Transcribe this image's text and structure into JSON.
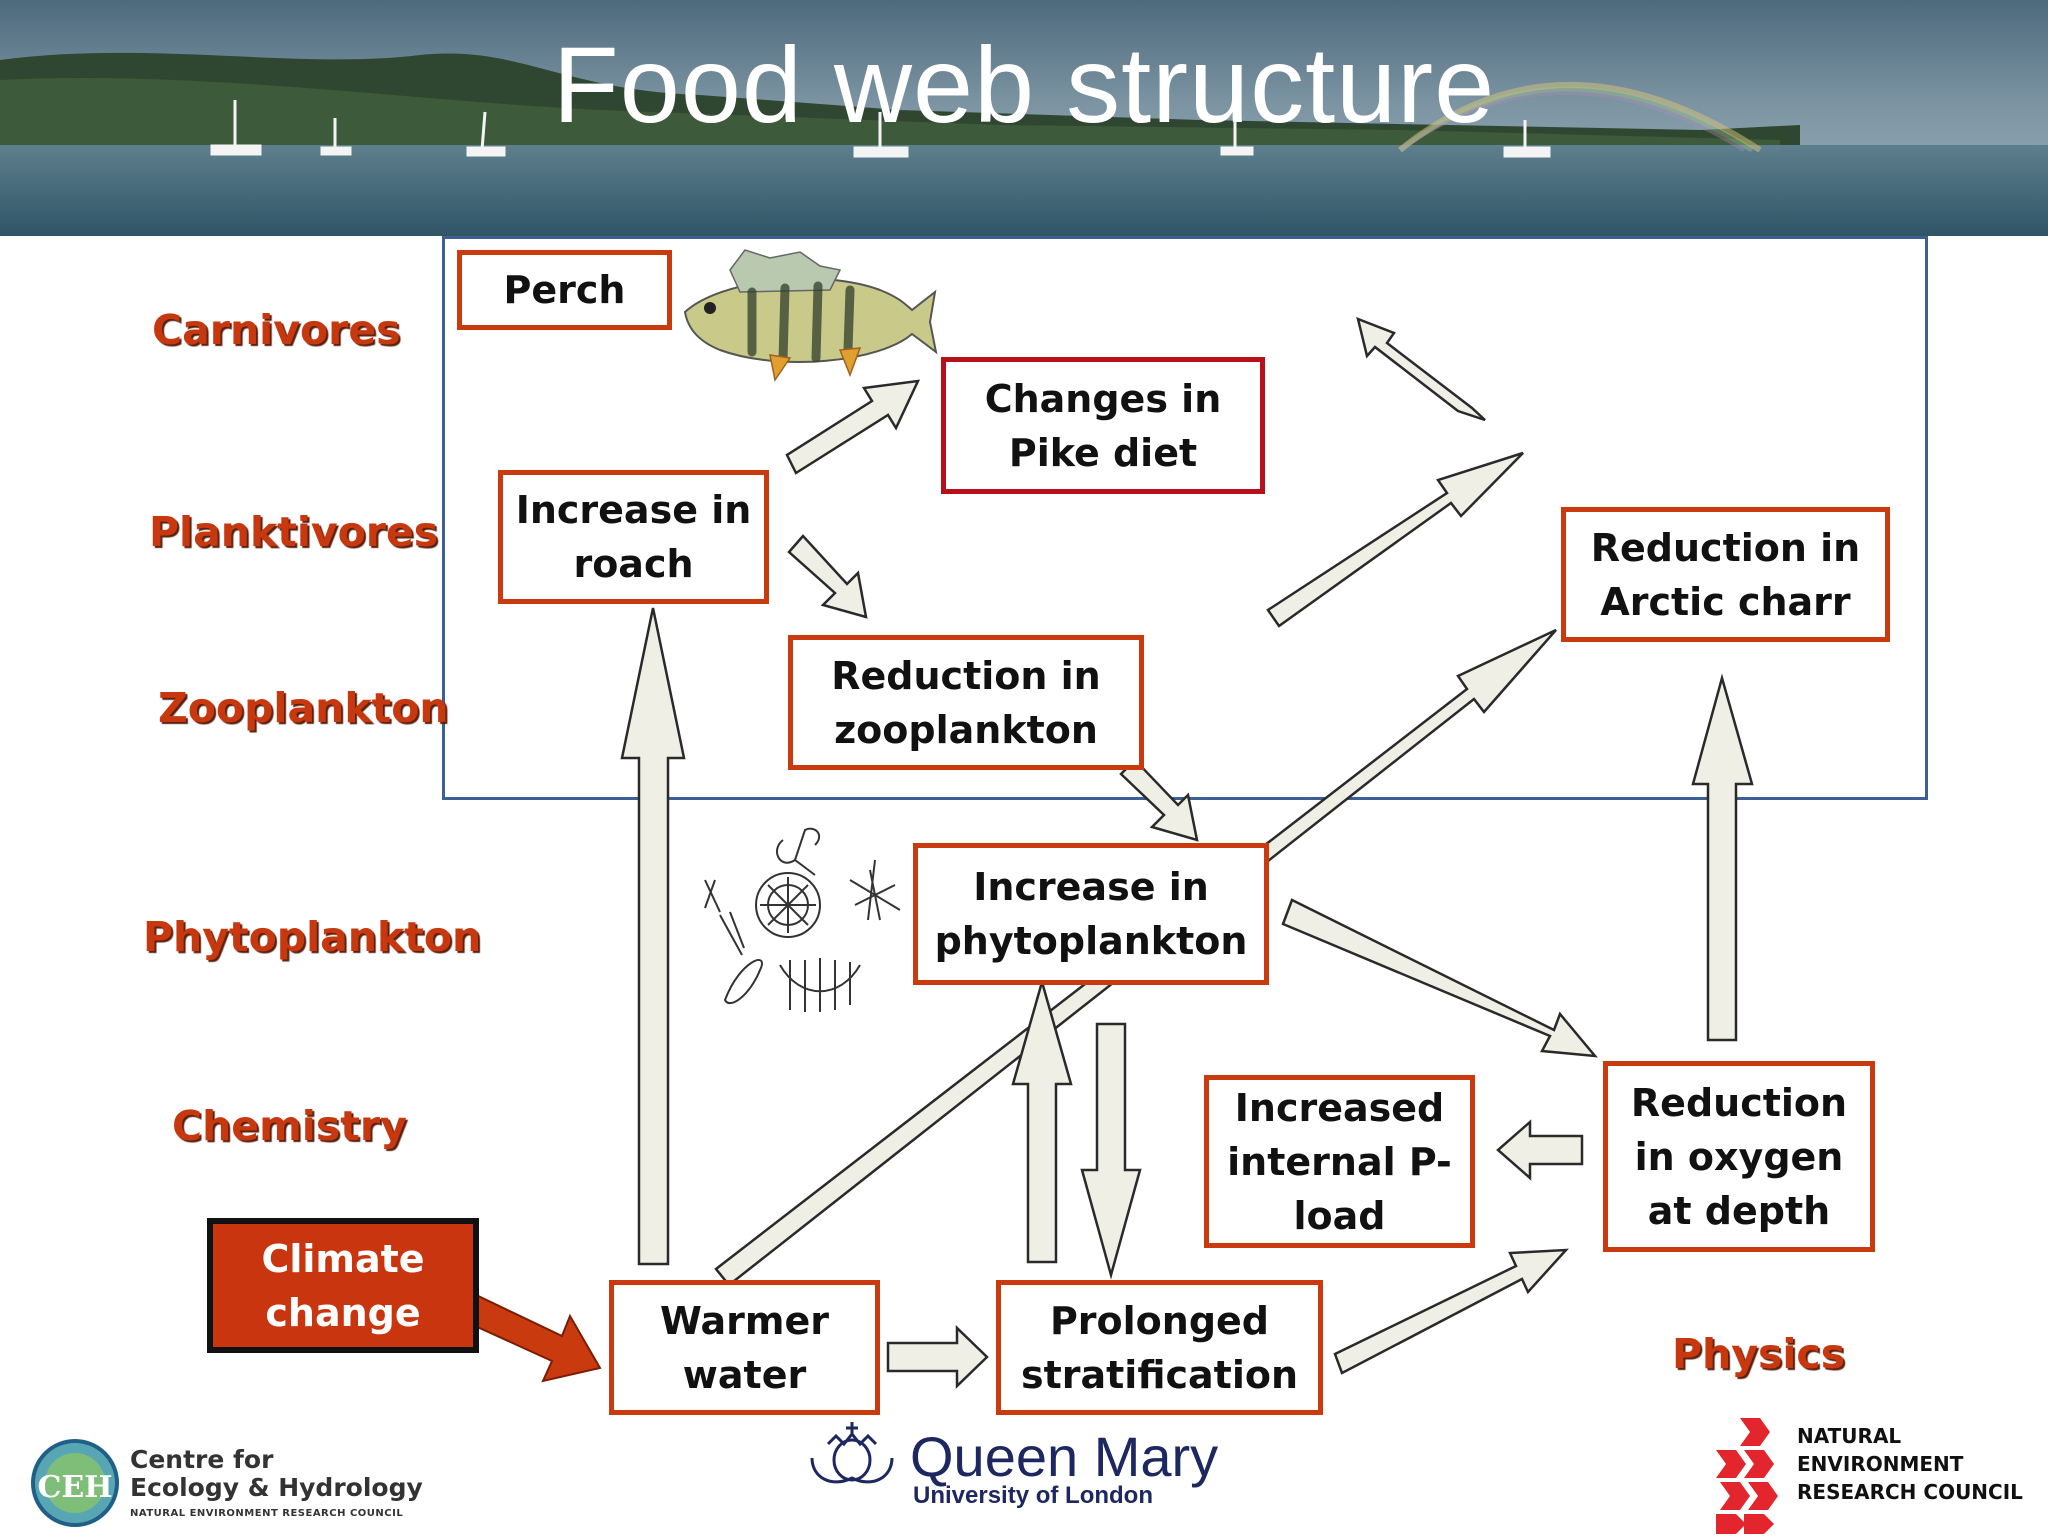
{
  "header": {
    "title": "Food web structure"
  },
  "levels": {
    "carnivores": "Carnivores",
    "planktivores": "Planktivores",
    "zooplankton": "Zooplankton",
    "phytoplankton": "Phytoplankton",
    "chemistry": "Chemistry",
    "physics": "Physics"
  },
  "boxes": {
    "perch": "Perch",
    "pike_diet": "Changes in\nPike diet",
    "roach": "Increase in\nroach",
    "arctic_charr": "Reduction in\nArctic charr",
    "zooplankton_reduction": "Reduction in\nzooplankton",
    "phytoplankton_increase": "Increase in\nphytoplankton",
    "internal_p_load": "Increased\ninternal P-\nload",
    "oxygen": "Reduction\nin oxygen\nat depth",
    "climate_change": "Climate\nchange",
    "warmer_water": "Warmer\nwater",
    "stratification": "Prolonged\nstratification"
  },
  "logos": {
    "ceh_monogram": "CEH",
    "ceh_name": "Centre for\nEcology & Hydrology",
    "ceh_sub": "NATURAL ENVIRONMENT RESEARCH COUNCIL",
    "qm_name": "Queen Mary",
    "qm_sub": "University of London",
    "nerc_name": "NATURAL\nENVIRONMENT\nRESEARCH COUNCIL"
  },
  "colors": {
    "box_border": "#c93a0e",
    "pike_border": "#b8101a",
    "climate_fill": "#c8350f",
    "level_text": "#c8380f",
    "arrow_fill": "#efefe6",
    "arrow_stroke": "#2a2a2a",
    "frame": "#3d5f94"
  },
  "icons": [
    "perch-fish-illustration",
    "phytoplankton-illustration",
    "ceh-logo",
    "queen-mary-crest",
    "nerc-logo"
  ]
}
